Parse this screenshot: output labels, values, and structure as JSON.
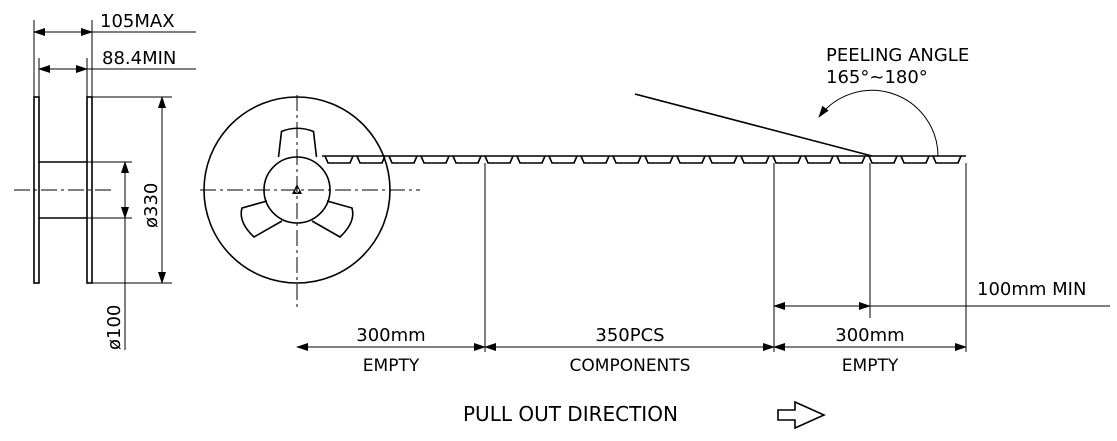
{
  "side_view": {
    "overall_width_label": "105MAX",
    "inner_width_label": "88.4MIN",
    "outer_diameter_label": "ø330",
    "hub_diameter_label": "ø100"
  },
  "peeling": {
    "label_line1": "PEELING ANGLE",
    "label_line2": "165°~180°"
  },
  "sections": [
    {
      "length": "300mm",
      "name": "EMPTY"
    },
    {
      "length": "350PCS",
      "name": "COMPONENTS"
    },
    {
      "length": "300mm",
      "name": "EMPTY"
    }
  ],
  "leader_label": "100mm MIN",
  "direction_label": "PULL OUT DIRECTION"
}
